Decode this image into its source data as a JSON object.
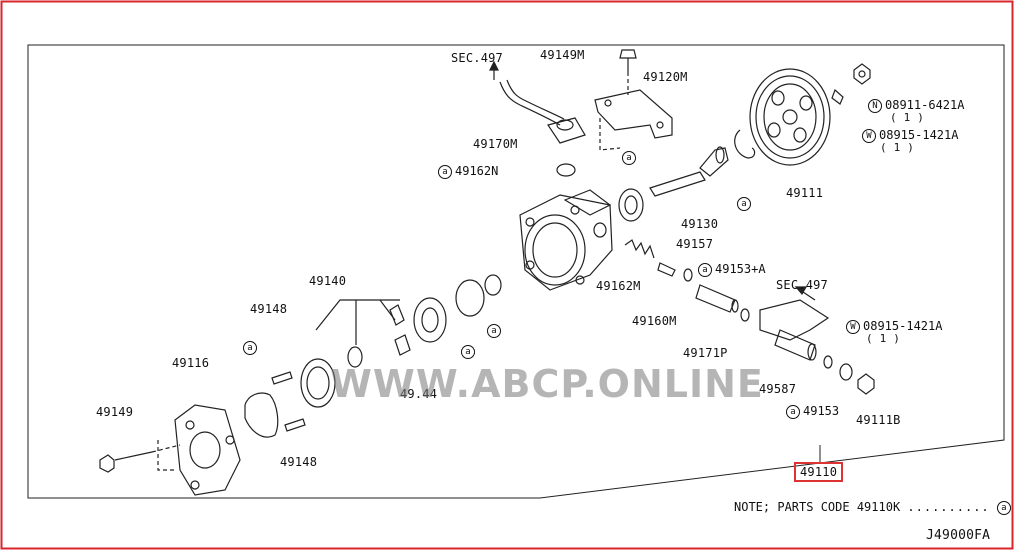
{
  "frame_color": "#d9262c",
  "watermark": "WWW.ABCP.ONLINE",
  "labels": {
    "sec497_top": "SEC.497",
    "p49149M": "49149M",
    "p49120M": "49120M",
    "p49170M": "49170M",
    "p49162N": "49162N",
    "p08911": "08911-6421A",
    "p08911_qty": "( 1 )",
    "p08915_top": "08915-1421A",
    "p08915_top_qty": "( 1 )",
    "p49111": "49111",
    "p49130": "49130",
    "p49157": "49157",
    "p49153A": "49153+A",
    "sec497_right": "SEC.497",
    "p49162M": "49162M",
    "p49160M": "49160M",
    "p49171P": "49171P",
    "p08915_right": "08915-1421A",
    "p08915_right_qty": "( 1 )",
    "p49140": "49140",
    "p49148_top": "49148",
    "p49148_bottom": "49148",
    "p49116": "49116",
    "p49149": "49149",
    "p49587": "49587",
    "p49153": "49153",
    "p49111B": "49111B",
    "p49110": "49110",
    "p4914x": "49.44"
  },
  "markers": {
    "a": "a",
    "N": "N",
    "W": "W"
  },
  "note": "NOTE; PARTS CODE 49110K",
  "diagram_code": "J49000FA"
}
